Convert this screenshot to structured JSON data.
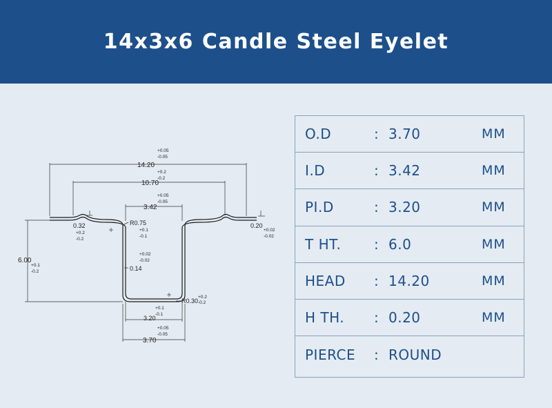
{
  "title": "14x3x6 Candle Steel Eyelet",
  "drawing": {
    "head_width": "14.20",
    "head_width_tol": [
      "+0.05",
      "-0.05"
    ],
    "inner_span": "10.70",
    "inner_span_tol": [
      "+0.2",
      "-0.2"
    ],
    "id_width": "3.42",
    "id_width_tol": [
      "+0.05",
      "-0.05"
    ],
    "rim_height": "0.32",
    "rim_height_tol": [
      "+0.2",
      "-0.2"
    ],
    "radius_top": "R0.75",
    "radius_top_tol": [
      "+0.1",
      "-0.1"
    ],
    "thickness": "0.14",
    "thickness_tol": [
      "+0.02",
      "-0.02"
    ],
    "head_thickness": "0.20",
    "head_thickness_tol": [
      "+0.02",
      "-0.02"
    ],
    "total_height": "6.00",
    "total_height_tol": [
      "+0.1",
      "-0.2"
    ],
    "radius_bottom": "R0.30",
    "radius_bottom_tol": [
      "+0.2",
      "-0.2"
    ],
    "bottom_width": "3.20",
    "bottom_width_tol": [
      "+0.1",
      "-0.1"
    ],
    "od_width": "3.70",
    "od_width_tol": [
      "+0.05",
      "-0.05"
    ]
  },
  "specs": [
    {
      "label": "O.D",
      "colon": ":",
      "value": "3.70",
      "unit": "MM"
    },
    {
      "label": "I.D",
      "colon": ":",
      "value": "3.42",
      "unit": "MM"
    },
    {
      "label": "PI.D",
      "colon": ":",
      "value": "3.20",
      "unit": "MM"
    },
    {
      "label": "T HT.",
      "colon": ":",
      "value": "6.0",
      "unit": "MM"
    },
    {
      "label": "HEAD",
      "colon": ":",
      "value": "14.20",
      "unit": "MM"
    },
    {
      "label": "H TH.",
      "colon": ":",
      "value": "0.20",
      "unit": "MM"
    },
    {
      "label": "PIERCE",
      "colon": ":",
      "value": "ROUND",
      "unit": ""
    }
  ]
}
